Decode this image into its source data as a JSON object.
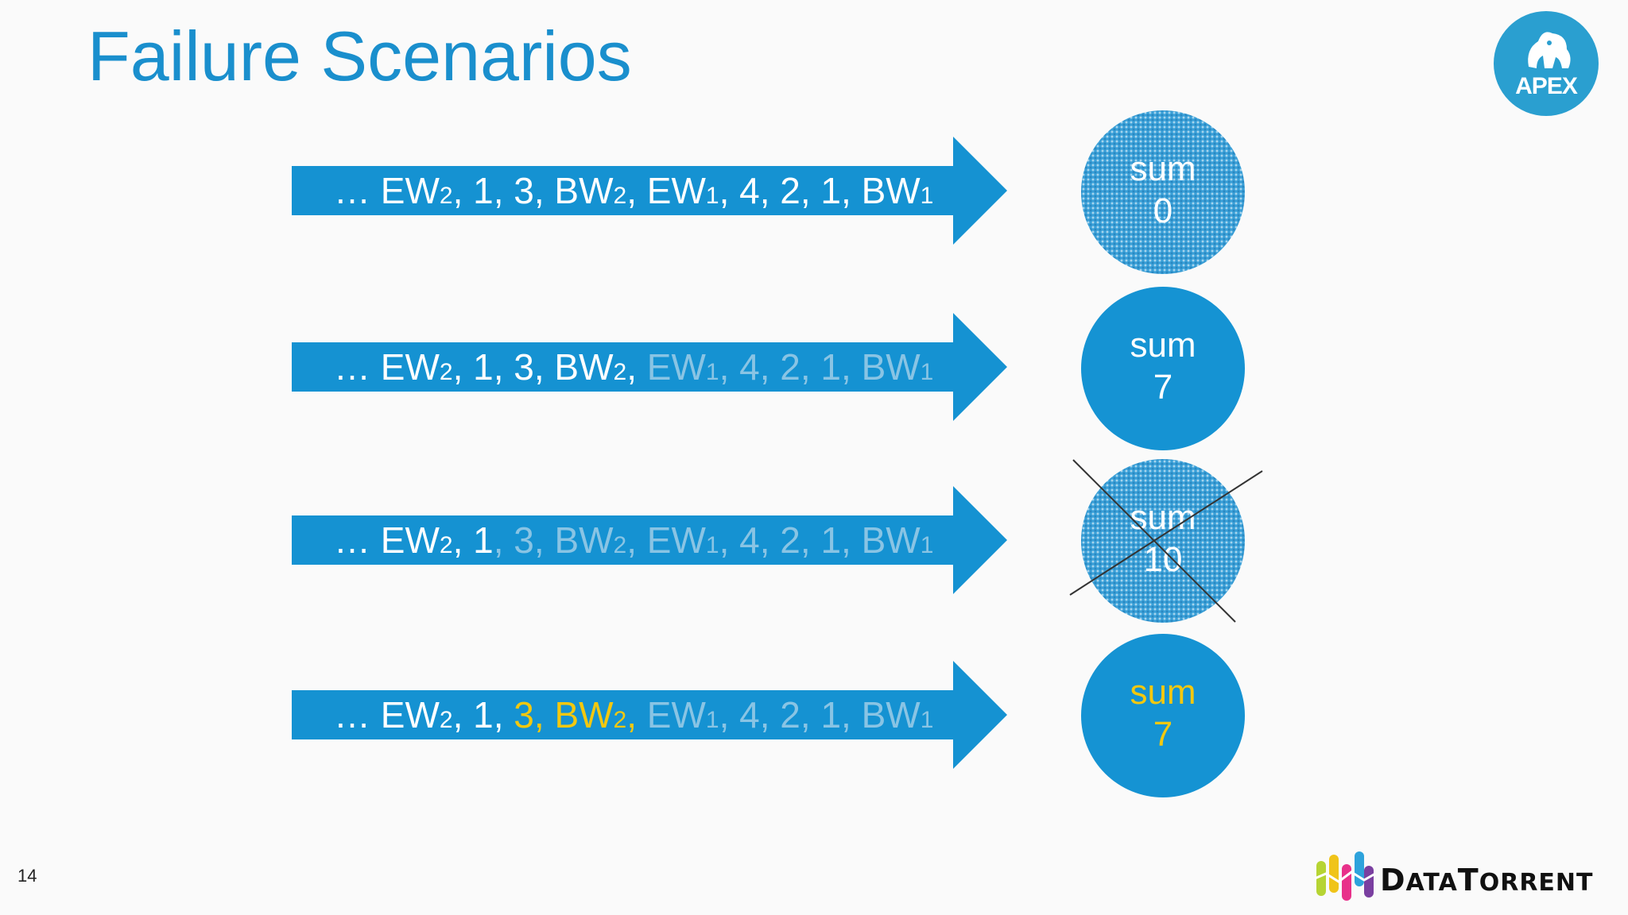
{
  "slide": {
    "title": "Failure Scenarios",
    "page_number": "14"
  },
  "logo": {
    "text": "APEX",
    "icon": "gorilla-icon"
  },
  "brand": {
    "name_a": "D",
    "name_b": "ATA",
    "name_c": "T",
    "name_d": "ORRENT"
  },
  "rows": [
    {
      "tokens": [
        {
          "t": "… EW",
          "s": "w"
        },
        {
          "t": "2",
          "s": "w",
          "sub": true
        },
        {
          "t": ", 1, 3, BW",
          "s": "w"
        },
        {
          "t": "2",
          "s": "w",
          "sub": true
        },
        {
          "t": ", EW",
          "s": "w"
        },
        {
          "t": "1",
          "s": "w",
          "sub": true
        },
        {
          "t": ", 4, 2, 1, BW",
          "s": "w"
        },
        {
          "t": "1",
          "s": "w",
          "sub": true
        }
      ],
      "circle": {
        "label": "sum",
        "value": "0",
        "style": "patterned",
        "crossed": false
      }
    },
    {
      "tokens": [
        {
          "t": "… EW",
          "s": "w"
        },
        {
          "t": "2",
          "s": "w",
          "sub": true
        },
        {
          "t": ", 1, 3, BW",
          "s": "w"
        },
        {
          "t": "2",
          "s": "w",
          "sub": true
        },
        {
          "t": ", ",
          "s": "w"
        },
        {
          "t": "EW",
          "s": "d"
        },
        {
          "t": "1",
          "s": "d",
          "sub": true
        },
        {
          "t": ", 4, 2, 1, BW",
          "s": "d"
        },
        {
          "t": "1",
          "s": "d",
          "sub": true
        }
      ],
      "circle": {
        "label": "sum",
        "value": "7",
        "style": "solid",
        "crossed": false
      }
    },
    {
      "tokens": [
        {
          "t": "… EW",
          "s": "w"
        },
        {
          "t": "2",
          "s": "w",
          "sub": true
        },
        {
          "t": ", 1",
          "s": "w"
        },
        {
          "t": ", 3, BW",
          "s": "d"
        },
        {
          "t": "2",
          "s": "d",
          "sub": true
        },
        {
          "t": ", EW",
          "s": "d"
        },
        {
          "t": "1",
          "s": "d",
          "sub": true
        },
        {
          "t": ", 4, 2, 1, BW",
          "s": "d"
        },
        {
          "t": "1",
          "s": "d",
          "sub": true
        }
      ],
      "circle": {
        "label": "sum",
        "value": "10",
        "style": "patterned",
        "crossed": true
      }
    },
    {
      "tokens": [
        {
          "t": "… EW",
          "s": "w"
        },
        {
          "t": "2",
          "s": "w",
          "sub": true
        },
        {
          "t": ", 1, ",
          "s": "w"
        },
        {
          "t": "3, BW",
          "s": "y"
        },
        {
          "t": "2",
          "s": "y",
          "sub": true
        },
        {
          "t": ", ",
          "s": "y"
        },
        {
          "t": "EW",
          "s": "d"
        },
        {
          "t": "1",
          "s": "d",
          "sub": true
        },
        {
          "t": ", 4, 2, 1, BW",
          "s": "d"
        },
        {
          "t": "1",
          "s": "d",
          "sub": true
        }
      ],
      "circle": {
        "label": "sum",
        "value": "7",
        "style": "solid-yellow-text",
        "crossed": false
      }
    }
  ],
  "colors": {
    "title": "#1a8fcd",
    "arrow": "#1592d2",
    "circle": "#1593d3",
    "dim_text": "#89c4e4",
    "highlight": "#f3c80f"
  }
}
